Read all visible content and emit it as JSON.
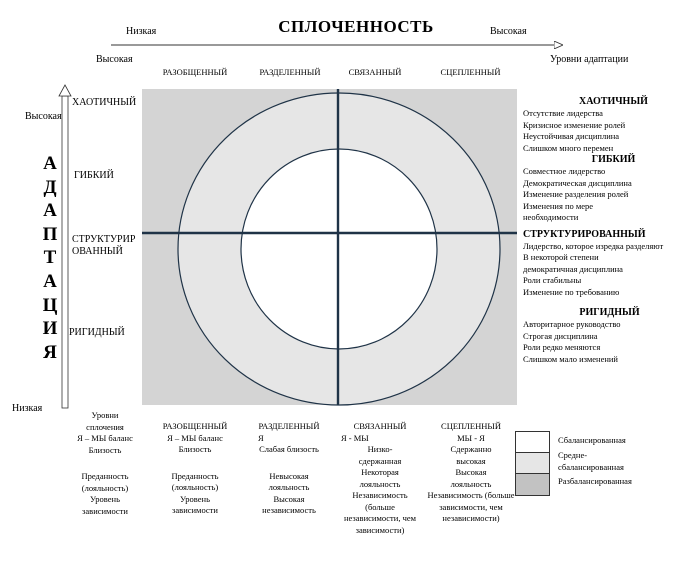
{
  "title": "СПЛОЧЕННОСТЬ",
  "top_axis": {
    "low": "Низкая",
    "high": "Высокая"
  },
  "second_axis": {
    "low": "Высокая",
    "high": "Уровни адаптации"
  },
  "vertical_title": [
    "А",
    "Д",
    "А",
    "П",
    "Т",
    "А",
    "Ц",
    "И",
    "Я"
  ],
  "vertical_axis": {
    "high": "Высокая",
    "low": "Низкая"
  },
  "cohesion_levels": [
    "РАЗОБЩЕННЫЙ",
    "РАЗДЕЛЕННЫЙ",
    "СВЯЗАННЫЙ",
    "СЦЕПЛЕННЫЙ"
  ],
  "adaptability_levels": [
    "ХАОТИЧНЫЙ",
    "ГИБКИЙ",
    "СТРУКТУРИР ОВАННЫЙ",
    "РИГИДНЫЙ"
  ],
  "right_panel": [
    {
      "title": "ХАОТИЧНЫЙ",
      "items": [
        "Отсутствие лидерства",
        "Кризисное изменение ролей",
        "Неустойчивая дисциплина",
        "Слишком много перемен"
      ]
    },
    {
      "title": "ГИБКИЙ",
      "items": [
        "Совместное лидерство",
        "Демократическая дисциплина",
        "Изменение разделения ролей",
        "Изменения по мере необходимости"
      ]
    },
    {
      "title": "СТРУКТУРИРОВАННЫЙ",
      "items": [
        "Лидерство, которое изредка разделяют",
        "В некоторой степени демократичная дисциплина",
        "Роли стабильны",
        "Изменение по требованию"
      ]
    },
    {
      "title": "РИГИДНЫЙ",
      "items": [
        "Авторитарное руководство",
        "Строгая дисциплина",
        "Роли редко меняются",
        "Слишком мало изменений"
      ]
    }
  ],
  "bottom_table": {
    "col0": {
      "header": "Уровни сплочения",
      "r1": "Я – МЫ баланс",
      "r2": "Близость",
      "r3": "Преданность (лояльность)",
      "r4": "Уровень зависимости"
    },
    "col1": {
      "header": "РАЗОБЩЕННЫЙ",
      "r1": "Я – МЫ баланс",
      "r2": "Близость",
      "r3": "Преданность (лояльность)",
      "r4": "Уровень зависимости"
    },
    "col2": {
      "header": "РАЗДЕЛЕННЫЙ",
      "r1": "Я",
      "r2": "Слабая близость",
      "r3": "Невысокая лояльность",
      "r4": "Высокая независимость"
    },
    "col3": {
      "header": "СВЯЗАННЫЙ",
      "r1": "Я - МЫ",
      "r2": "Низко- сдержанная",
      "r3": "Некоторая лояльность",
      "r4": "Независимость (больше независимости, чем зависимости)"
    },
    "col4": {
      "header": "СЦЕПЛЕННЫЙ",
      "r1": "МЫ - Я",
      "r2": "Сдержанно высокая",
      "r3": "Высокая лояльность",
      "r4": "Независимость (больше зависимости, чем независимости)"
    }
  },
  "legend": [
    {
      "label": "Сбалансированная",
      "color": "#ffffff"
    },
    {
      "label": "Средне- сбалансированная",
      "color": "#e6e6e6"
    },
    {
      "label": "Разбалансированная",
      "color": "#c2c2c2"
    }
  ],
  "colors": {
    "unbalanced": "#d4d4d4",
    "mid": "#e6e6e6",
    "balanced": "#ffffff",
    "lines": "#1f3347"
  }
}
